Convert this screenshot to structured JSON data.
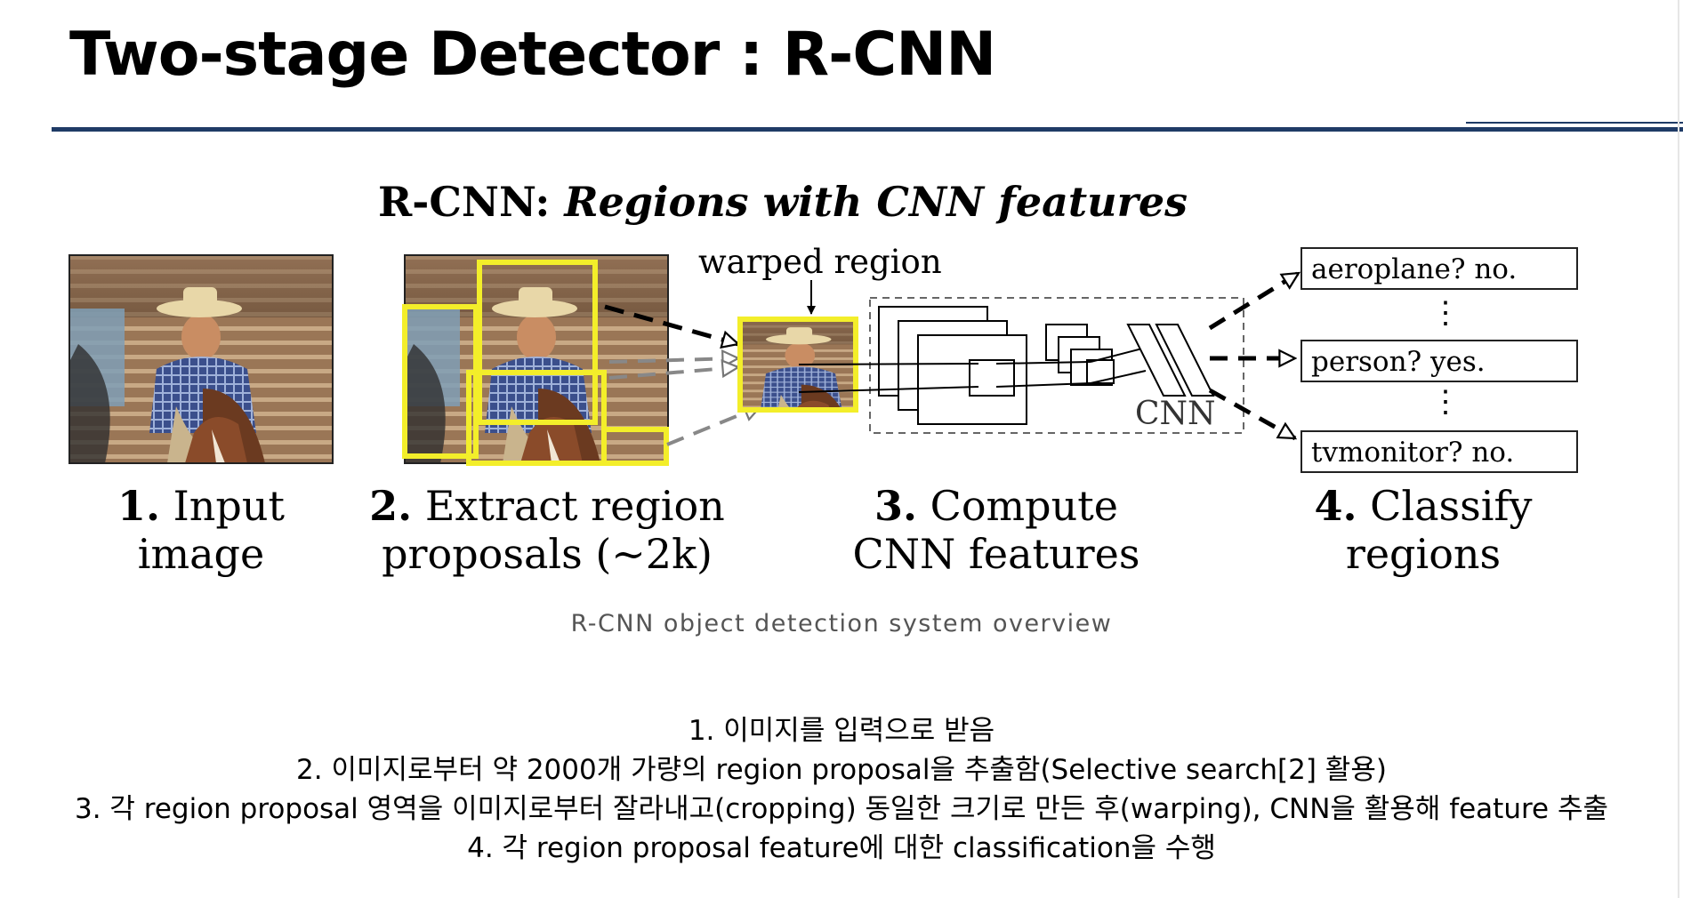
{
  "slide": {
    "title": "Two-stage Detector : R-CNN"
  },
  "figure": {
    "heading_prefix": "R-CNN: ",
    "heading_italic": "Regions with CNN features",
    "warped_label": "warped region",
    "cnn_label": "CNN",
    "class_outputs": [
      "aeroplane? no.",
      "person? yes.",
      "tvmonitor? no."
    ],
    "ellipsis": "⋮",
    "steps": [
      {
        "num": "1.",
        "line1": " Input",
        "line2": "image"
      },
      {
        "num": "2.",
        "line1": " Extract region",
        "line2": "proposals (~2k)"
      },
      {
        "num": "3.",
        "line1": " Compute",
        "line2": "CNN features"
      },
      {
        "num": "4.",
        "line1": " Classify",
        "line2": "regions"
      }
    ],
    "caption": "R-CNN object detection system overview"
  },
  "description": [
    "1. 이미지를 입력으로 받음",
    "2. 이미지로부터 약 2000개 가량의 region proposal을 추출함(Selective search[2] 활용)",
    "3. 각 region proposal 영역을 이미지로부터 잘라내고(cropping) 동일한 크기로 만든 후(warping), CNN을 활용해 feature 추출",
    "4. 각 region proposal feature에 대한 classification을 수행"
  ],
  "colors": {
    "rule": "#1f3b66",
    "proposal_box": "#f3ee2a",
    "caption": "#555555"
  }
}
